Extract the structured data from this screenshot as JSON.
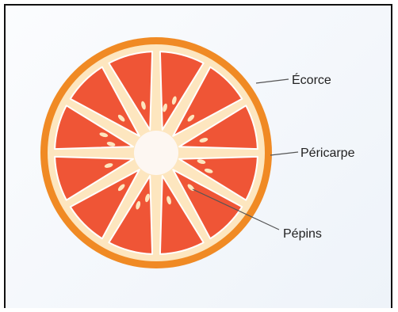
{
  "labels": {
    "ecorce": "Écorce",
    "pericarpe": "Péricarpe",
    "pepins": "Pépins"
  },
  "colors": {
    "rind": "#f08a24",
    "pith": "#fde6bf",
    "segment": "#ef5536",
    "separator": "#ffffff",
    "center": "#fdf7f2",
    "seed": "#fde6bf",
    "leader": "#555555"
  },
  "segment_count": 12
}
